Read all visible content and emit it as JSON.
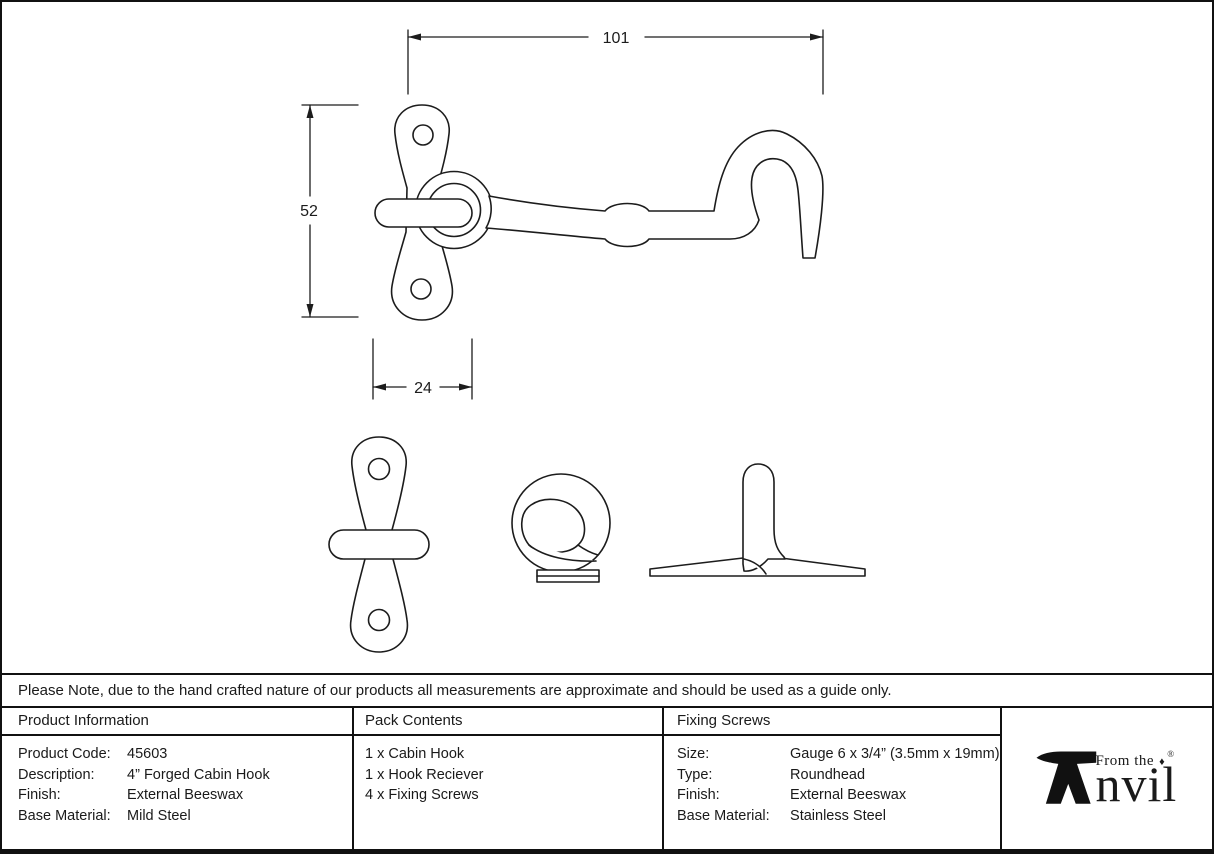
{
  "drawing": {
    "dim_length": "101",
    "dim_height": "52",
    "dim_width": "24"
  },
  "note": "Please Note, due to the hand crafted nature of our products all measurements are approximate and should be used as a guide only.",
  "table": {
    "product_information": {
      "title": "Product Information",
      "rows": [
        {
          "label": "Product Code:",
          "value": "45603"
        },
        {
          "label": "Description:",
          "value": "4” Forged Cabin Hook"
        },
        {
          "label": "Finish:",
          "value": "External Beeswax"
        },
        {
          "label": "Base Material:",
          "value": "Mild Steel"
        }
      ]
    },
    "pack_contents": {
      "title": "Pack Contents",
      "items": [
        "1 x Cabin Hook",
        "1 x Hook Reciever",
        "4 x Fixing Screws"
      ]
    },
    "fixing_screws": {
      "title": "Fixing Screws",
      "rows": [
        {
          "label": "Size:",
          "value": "Gauge 6 x 3/4” (3.5mm x 19mm)"
        },
        {
          "label": "Type:",
          "value": "Roundhead"
        },
        {
          "label": "Finish:",
          "value": "External Beeswax"
        },
        {
          "label": "Base Material:",
          "value": "Stainless Steel"
        }
      ]
    }
  },
  "logo": {
    "from_the": "From the",
    "brand_tail": "nvil",
    "diamond_icon": "♦",
    "registered": "®"
  }
}
